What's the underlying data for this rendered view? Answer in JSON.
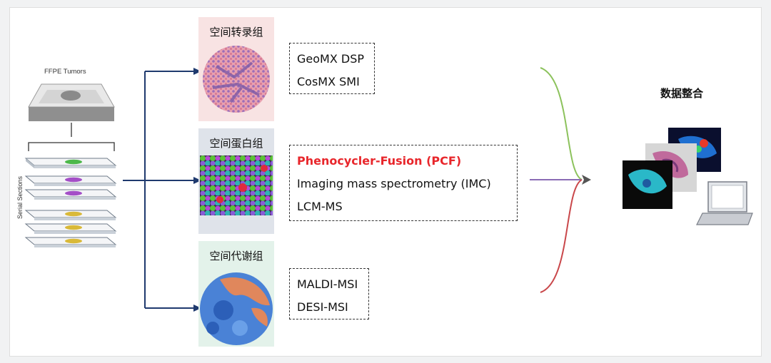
{
  "ffpe_label": "FFPE Tumors",
  "serial_label": "Serial Sections",
  "panels": {
    "transcriptome": {
      "title": "空间转录组",
      "techs": [
        "GeoMX DSP",
        "CosMX SMI"
      ]
    },
    "proteome": {
      "title": "空间蛋白组",
      "highlight": "Phenocycler-Fusion (PCF)",
      "techs": [
        "Imaging mass spectrometry (IMC)",
        "LCM-MS"
      ]
    },
    "metabolome": {
      "title": "空间代谢组",
      "techs": [
        "MALDI-MSI",
        "DESI-MSI"
      ]
    }
  },
  "integration_title": "数据整合",
  "colors": {
    "arrow": "#1f3a6e",
    "green_curve": "#8cc25c",
    "purple_line": "#8a6bb5",
    "red_curve": "#c9474a",
    "highlight": "#e8262b",
    "transcriptome_bg": "#f8e3e3",
    "proteome_bg": "#dfe3ea",
    "metabolome_bg": "#e3f2ea"
  },
  "icons": [
    "ffpe-block-icon",
    "slide-stack-icon",
    "laptop-icon",
    "tissue-image-icon"
  ]
}
